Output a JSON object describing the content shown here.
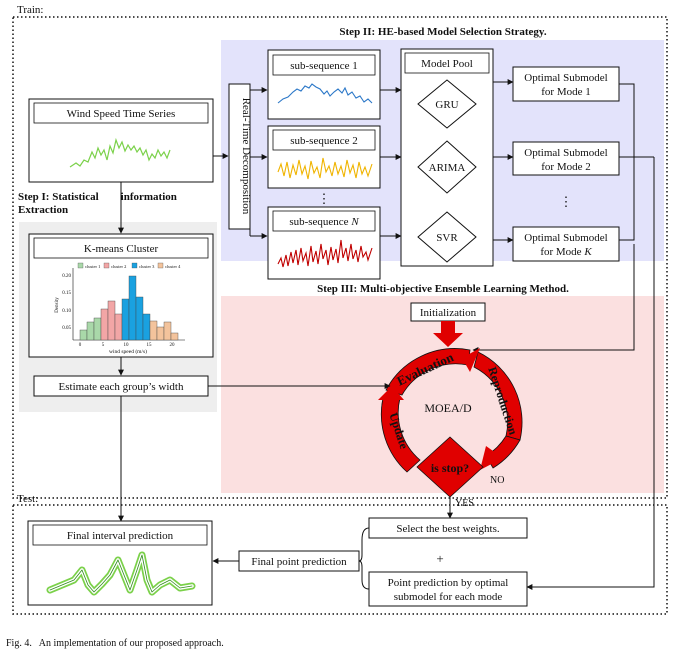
{
  "train_label": "Train:",
  "test_label": "Test:",
  "caption": "Fig. 4.   An implementation of our proposed approach.",
  "step1": {
    "title_line1": "Step I: Statistical        information",
    "title_line2": "Extraction",
    "wind_series_label": "Wind Speed Time Series",
    "kmeans_label": "K-means Cluster",
    "estimate_label": "Estimate each group’s width",
    "histogram": {
      "legend": [
        "cluster 1",
        "cluster 2",
        "cluster 3",
        "cluster 4"
      ],
      "ylabel": "Density",
      "xlabel": "wind speed (m/s)",
      "yticks": [
        "0.20",
        "0.15",
        "0.10",
        "0.05"
      ],
      "xticks": [
        "0",
        "5",
        "10",
        "15",
        "20"
      ]
    }
  },
  "step2": {
    "title": "Step II: HE-based Model Selection Strategy.",
    "decomposition_label": "Real-Time Decomposition",
    "subsequence_1": "sub-sequence 1",
    "subsequence_2": "sub-sequence 2",
    "subsequence_n_prefix": "sub-sequence ",
    "subsequence_n_var": "N",
    "ellipsis": "⋮",
    "model_pool_label": "Model Pool",
    "models": [
      "GRU",
      "ARIMA",
      "SVR"
    ],
    "optimal_1_line1": "Optimal Submodel",
    "optimal_1_line2": "for Mode 1",
    "optimal_2_line1": "Optimal Submodel",
    "optimal_2_line2": "for Mode 2",
    "optimal_k_line1": "Optimal Submodel",
    "optimal_k_line2_prefix": "for Mode ",
    "optimal_k_var": "K"
  },
  "step3": {
    "title": "Step III: Multi-objective Ensemble Learning Method.",
    "initialization_label": "Initialization",
    "evaluation_label": "Evaluation",
    "reproduction_label": "Reproduction",
    "update_label": "Update",
    "moead_label": "MOEA/D",
    "stop_label": "is stop?",
    "no_label": "NO",
    "yes_label": "YES"
  },
  "test": {
    "final_interval_label": "Final interval prediction",
    "final_point_label": "Final point prediction",
    "select_weights_label": "Select the best weights.",
    "plus_label": "+",
    "point_pred_line1": "Point prediction by optimal",
    "point_pred_line2": "submodel for each mode"
  },
  "colors": {
    "step2_bg": "#e3e3fb",
    "step3_bg": "#fbe0e0",
    "step1_bg": "#eeeeee",
    "red": "#e00000",
    "green": "#7bd14a",
    "blue_wave": "#2c78c8",
    "yellow_wave": "#f0b400",
    "red_wave": "#c00000",
    "cluster1": "#a9d8a9",
    "cluster2": "#f2a6a6",
    "cluster3": "#1aa1e0",
    "cluster4": "#f3c39c"
  }
}
